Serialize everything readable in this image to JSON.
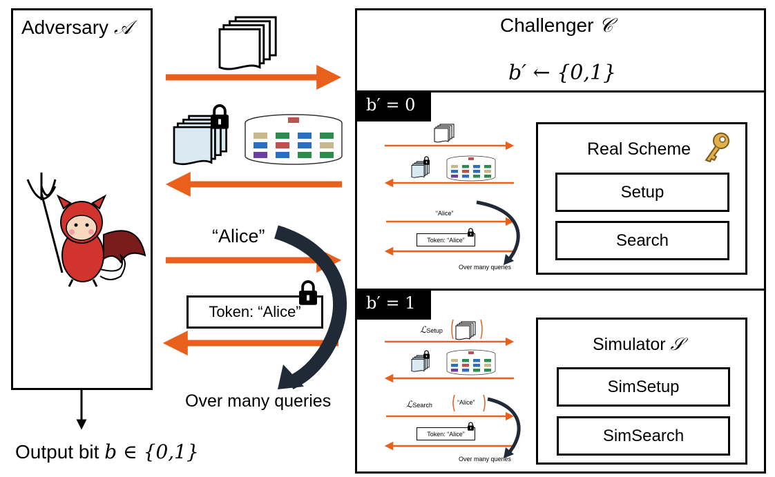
{
  "adversary": {
    "label": "Adversary",
    "symbol": "𝒜"
  },
  "output": {
    "prefix": "Output bit",
    "expr": "b ∈ {0,1}"
  },
  "challenger": {
    "label": "Challenger",
    "symbol": "𝒞",
    "assign": "b′ ← {0,1}"
  },
  "main_flow": {
    "query": "“Alice”",
    "token": "Token: “Alice”",
    "repeat": "Over many queries"
  },
  "real_world": {
    "tag": "b′ = 0",
    "scheme_title": "Real Scheme",
    "setup": "Setup",
    "search": "Search",
    "mini_query": "“Alice”",
    "mini_token": "Token: “Alice”",
    "mini_repeat": "Over many queries"
  },
  "ideal_world": {
    "tag": "b′ = 1",
    "scheme_title": "Simulator",
    "scheme_symbol": "𝒮",
    "setup": "SimSetup",
    "search": "SimSearch",
    "leak_setup": "ℒ",
    "leak_setup_sub": "Setup",
    "leak_search": "ℒ",
    "leak_search_sub": "Search",
    "mini_query": "“Alice”",
    "mini_token": "Token: “Alice”",
    "mini_repeat": "Over many queries"
  },
  "colors": {
    "arrow": "#e8601c",
    "cell_colors": [
      "#c8b78c",
      "#2e8b4e",
      "#2a6fbf",
      "#c8b78c",
      "#2e6fbf",
      "#c0504d",
      "#2a6fbf",
      "#2e8b4e",
      "#6b3fa0",
      "#2a6fbf",
      "#2e8b4e",
      "#2e8b4e"
    ],
    "doc_fill": "#dbe9f3"
  },
  "icons": [
    "document-stack-icon",
    "encrypted-docs-icon",
    "lock-icon",
    "database-icon",
    "devil-icon",
    "key-icon",
    "curved-arrow-icon"
  ]
}
